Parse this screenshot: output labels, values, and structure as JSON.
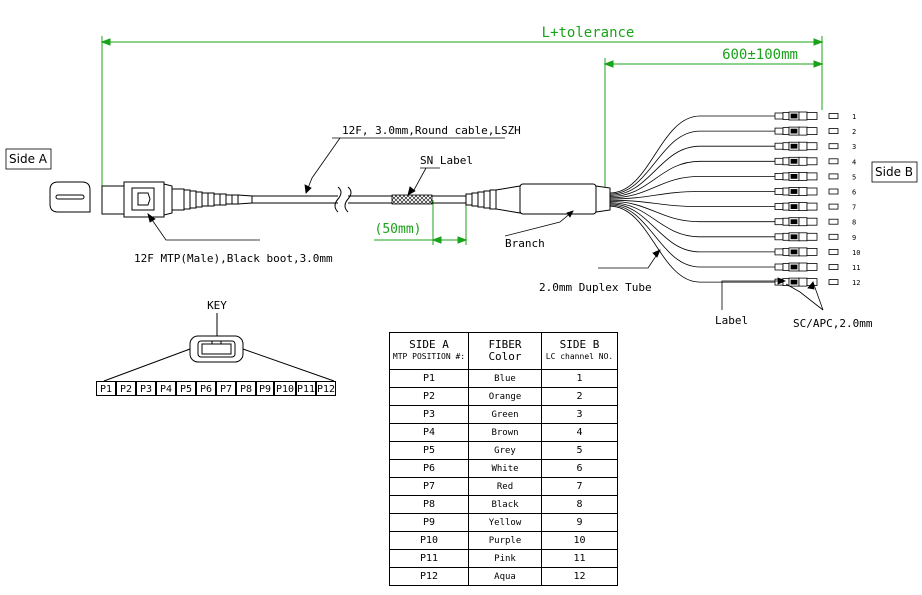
{
  "sides": {
    "a": "Side A",
    "b": "Side B"
  },
  "dimensions": {
    "total": "L+tolerance",
    "fanout": "600±100mm",
    "sn_offset": "(50mm)"
  },
  "callouts": {
    "cable": "12F, 3.0mm,Round cable,LSZH",
    "sn_label": "SN Label",
    "connector_a": "12F MTP(Male),Black boot,3.0mm",
    "branch": "Branch",
    "duplex_tube": "2.0mm Duplex Tube",
    "label": "Label",
    "connector_b": "SC/APC,2.0mm"
  },
  "key": {
    "title": "KEY",
    "pins": [
      "P1",
      "P2",
      "P3",
      "P4",
      "P5",
      "P6",
      "P7",
      "P8",
      "P9",
      "P10",
      "P11",
      "P12"
    ]
  },
  "fan_numbers": [
    "1",
    "2",
    "3",
    "4",
    "5",
    "6",
    "7",
    "8",
    "9",
    "10",
    "11",
    "12"
  ],
  "pin_table": {
    "headers": {
      "side_a": "SIDE A",
      "side_a_sub": "MTP POSITION #:",
      "fiber_color": "FIBER Color",
      "side_b": "SIDE B",
      "side_b_sub": "LC channel NO."
    },
    "rows": [
      {
        "pos": "P1",
        "color": "Blue",
        "ch": "1"
      },
      {
        "pos": "P2",
        "color": "Orange",
        "ch": "2"
      },
      {
        "pos": "P3",
        "color": "Green",
        "ch": "3"
      },
      {
        "pos": "P4",
        "color": "Brown",
        "ch": "4"
      },
      {
        "pos": "P5",
        "color": "Grey",
        "ch": "5"
      },
      {
        "pos": "P6",
        "color": "White",
        "ch": "6"
      },
      {
        "pos": "P7",
        "color": "Red",
        "ch": "7"
      },
      {
        "pos": "P8",
        "color": "Black",
        "ch": "8"
      },
      {
        "pos": "P9",
        "color": "Yellow",
        "ch": "9"
      },
      {
        "pos": "P10",
        "color": "Purple",
        "ch": "10"
      },
      {
        "pos": "P11",
        "color": "Pink",
        "ch": "11"
      },
      {
        "pos": "P12",
        "color": "Aqua",
        "ch": "12"
      }
    ]
  },
  "colors": {
    "dimension": "#1aa31a",
    "line": "#000000"
  }
}
